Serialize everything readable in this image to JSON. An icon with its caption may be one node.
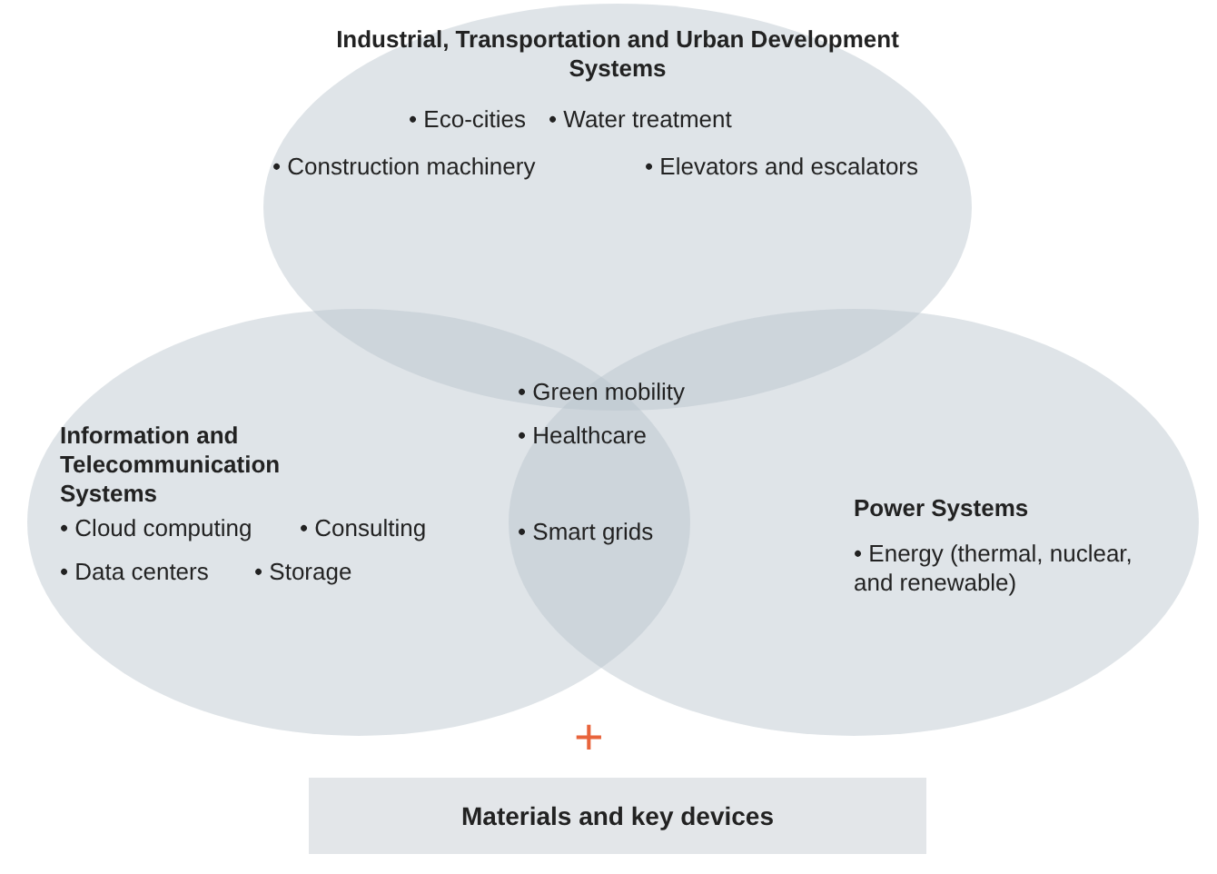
{
  "diagram": {
    "nodes": [
      {
        "text": [
          "Industrial, Transportation and Urban Development Systems",
          "• Eco-cities",
          "• Water treatment",
          "• Construction machinery",
          "• Elevators and escalators"
        ]
      },
      {
        "text": [
          "Information and Telecommunication Systems",
          "• Cloud computing",
          "• Consulting",
          "• Data centers",
          "• Storage"
        ]
      },
      {
        "text": [
          "Power Systems",
          "• Energy (thermal, nuclear, and renewable)"
        ]
      },
      {
        "text": [
          "Materials and key devices"
        ]
      }
    ],
    "labels": [
      "• Green mobility",
      "• Healthcare",
      "• Smart grids",
      "+"
    ]
  }
}
